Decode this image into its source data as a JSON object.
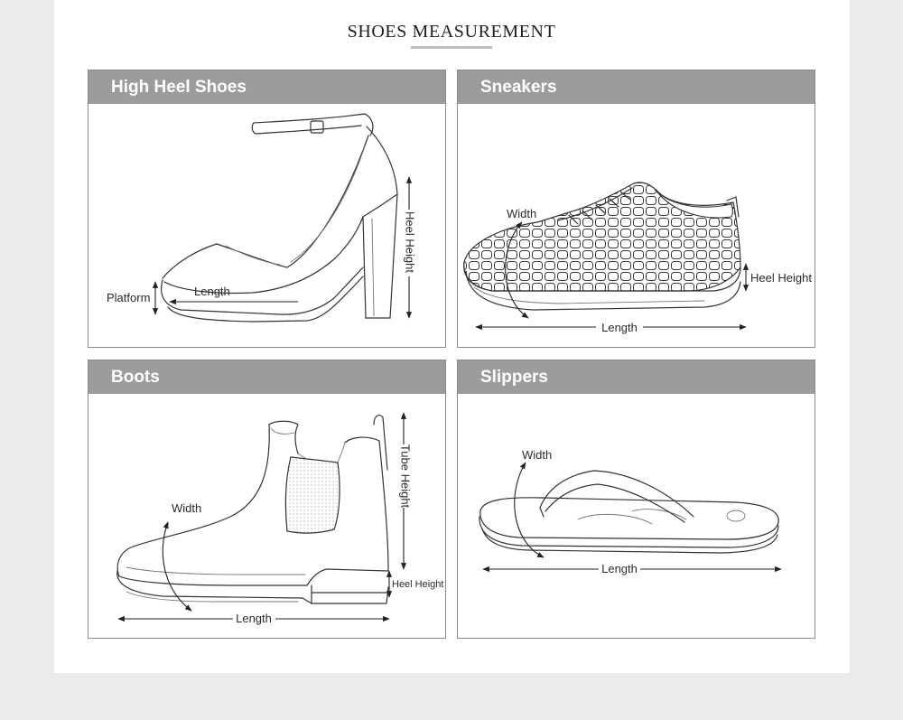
{
  "title": "SHOES MEASUREMENT",
  "colors": {
    "page_bg": "#ebebeb",
    "card_bg": "#ffffff",
    "header_bg": "#9c9c9c",
    "header_text": "#ffffff",
    "line": "#333333"
  },
  "panels": [
    {
      "header": "High Heel Shoes",
      "labels": {
        "platform": "Platform",
        "length": "Length",
        "heel_height": "Heel Height"
      }
    },
    {
      "header": "Sneakers",
      "labels": {
        "width": "Width",
        "heel_height": "Heel Height",
        "length": "Length"
      }
    },
    {
      "header": "Boots",
      "labels": {
        "width": "Width",
        "tube_height": "Tube Height",
        "heel_height": "Heel Height",
        "length": "Length"
      }
    },
    {
      "header": "Slippers",
      "labels": {
        "width": "Width",
        "length": "Length"
      }
    }
  ]
}
